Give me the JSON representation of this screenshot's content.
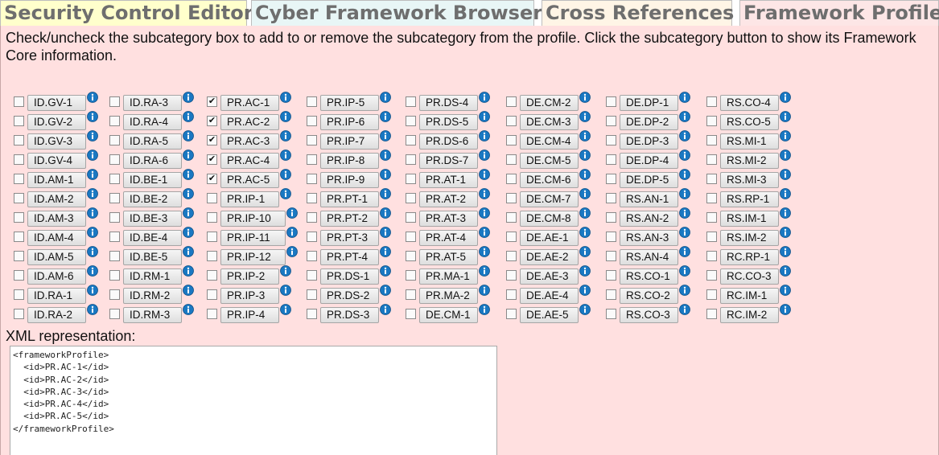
{
  "tabs": [
    {
      "label": "Security Control Editor",
      "bg": "#ffffcc"
    },
    {
      "label": "Cyber Framework Browser",
      "bg": "#e8f6f6"
    },
    {
      "label": "Cross References",
      "bg": "#fff5e6"
    },
    {
      "label": "Framework Profile",
      "bg": "#fde6e6"
    }
  ],
  "instructions": "Check/uncheck the subcategory box to add to or remove the subcategory from the profile. Click the subcategory button to show its Framework Core information.",
  "columns": [
    [
      "ID.GV-1",
      "ID.GV-2",
      "ID.GV-3",
      "ID.GV-4",
      "ID.AM-1",
      "ID.AM-2",
      "ID.AM-3",
      "ID.AM-4",
      "ID.AM-5",
      "ID.AM-6",
      "ID.RA-1",
      "ID.RA-2"
    ],
    [
      "ID.RA-3",
      "ID.RA-4",
      "ID.RA-5",
      "ID.RA-6",
      "ID.BE-1",
      "ID.BE-2",
      "ID.BE-3",
      "ID.BE-4",
      "ID.BE-5",
      "ID.RM-1",
      "ID.RM-2",
      "ID.RM-3"
    ],
    [
      "PR.AC-1",
      "PR.AC-2",
      "PR.AC-3",
      "PR.AC-4",
      "PR.AC-5",
      "PR.IP-1",
      "PR.IP-10",
      "PR.IP-11",
      "PR.IP-12",
      "PR.IP-2",
      "PR.IP-3",
      "PR.IP-4"
    ],
    [
      "PR.IP-5",
      "PR.IP-6",
      "PR.IP-7",
      "PR.IP-8",
      "PR.IP-9",
      "PR.PT-1",
      "PR.PT-2",
      "PR.PT-3",
      "PR.PT-4",
      "PR.DS-1",
      "PR.DS-2",
      "PR.DS-3"
    ],
    [
      "PR.DS-4",
      "PR.DS-5",
      "PR.DS-6",
      "PR.DS-7",
      "PR.AT-1",
      "PR.AT-2",
      "PR.AT-3",
      "PR.AT-4",
      "PR.AT-5",
      "PR.MA-1",
      "PR.MA-2",
      "DE.CM-1"
    ],
    [
      "DE.CM-2",
      "DE.CM-3",
      "DE.CM-4",
      "DE.CM-5",
      "DE.CM-6",
      "DE.CM-7",
      "DE.CM-8",
      "DE.AE-1",
      "DE.AE-2",
      "DE.AE-3",
      "DE.AE-4",
      "DE.AE-5"
    ],
    [
      "DE.DP-1",
      "DE.DP-2",
      "DE.DP-3",
      "DE.DP-4",
      "DE.DP-5",
      "RS.AN-1",
      "RS.AN-2",
      "RS.AN-3",
      "RS.AN-4",
      "RS.CO-1",
      "RS.CO-2",
      "RS.CO-3"
    ],
    [
      "RS.CO-4",
      "RS.CO-5",
      "RS.MI-1",
      "RS.MI-2",
      "RS.MI-3",
      "RS.RP-1",
      "RS.IM-1",
      "RS.IM-2",
      "RC.RP-1",
      "RC.CO-3",
      "RC.IM-1",
      "RC.IM-2"
    ]
  ],
  "checked": [
    "PR.AC-1",
    "PR.AC-2",
    "PR.AC-3",
    "PR.AC-4",
    "PR.AC-5"
  ],
  "checkmark_glyph": "✔",
  "info_icon": "info-icon",
  "xml_label": "XML representation:",
  "xml_text": "<frameworkProfile>\n  <id>PR.AC-1</id>\n  <id>PR.AC-2</id>\n  <id>PR.AC-3</id>\n  <id>PR.AC-4</id>\n  <id>PR.AC-5</id>\n</frameworkProfile>",
  "colors": {
    "panel": "#ffe0e0",
    "info_icon": "#1a78c2",
    "tab_text": "#6e6e6e"
  }
}
